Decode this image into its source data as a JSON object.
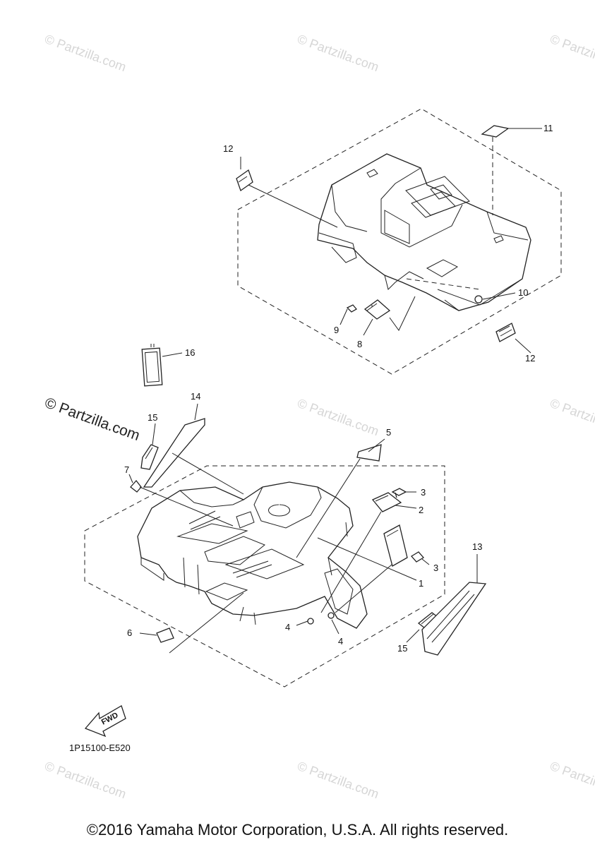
{
  "watermarks": [
    "© Partzilla.com"
  ],
  "callouts": {
    "c1": "1",
    "c2": "2",
    "c3a": "3",
    "c3b": "3",
    "c4a": "4",
    "c4b": "4",
    "c5": "5",
    "c6": "6",
    "c7": "7",
    "c8": "8",
    "c9": "9",
    "c10": "10",
    "c11": "11",
    "c12a": "12",
    "c12b": "12",
    "c13": "13",
    "c14": "14",
    "c15a": "15",
    "c15b": "15",
    "c16": "16"
  },
  "fwd_label": "FWD",
  "diagram_code": "1P15100-E520",
  "footer": "©2016 Yamaha Motor Corporation, U.S.A. All rights reserved."
}
